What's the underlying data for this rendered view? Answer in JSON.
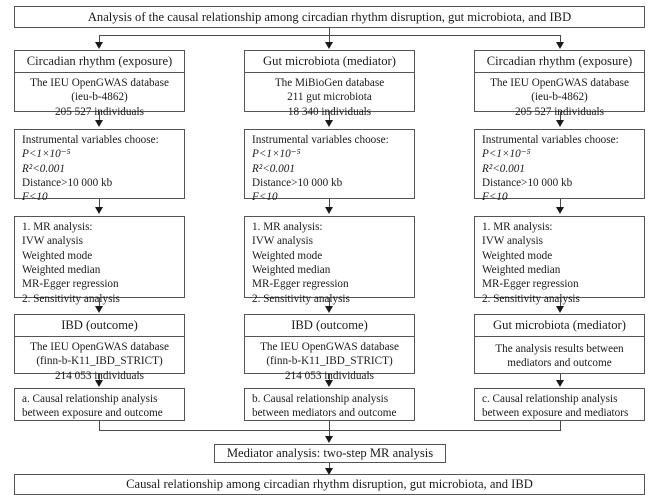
{
  "figure": {
    "type": "flowchart",
    "title_banner": "Analysis of the causal relationship among circadian rhythm disruption, gut microbiota, and IBD",
    "bottom_banner": "Causal relationship among circadian rhythm disruption, gut microbiota, and IBD",
    "mediator_banner": "Mediator analysis: two-step MR analysis"
  },
  "columns": [
    {
      "id": "col1",
      "source": {
        "header": "Circadian rhythm (exposure)",
        "lines": [
          "The IEU OpenGWAS database",
          "(ieu-b-4862)",
          "205 527 individuals"
        ]
      },
      "iv": {
        "lines": [
          "Instrumental variables choose:",
          "P<1×10⁻⁵",
          "R²<0.001",
          "Distance>10 000 kb",
          "F<10"
        ]
      },
      "analysis": {
        "lines": [
          "1. MR analysis:",
          "IVW analysis",
          "Weighted mode",
          "Weighted median",
          "MR-Egger regression",
          "2. Sensitivity analysis"
        ]
      },
      "target": {
        "header": "IBD (outcome)",
        "lines": [
          "The IEU OpenGWAS database",
          "(finn-b-K11_IBD_STRICT)",
          "214 053 individuals"
        ]
      },
      "result": {
        "lines": [
          "a. Causal relationship analysis",
          "between exposure and outcome"
        ]
      }
    },
    {
      "id": "col2",
      "source": {
        "header": "Gut microbiota (mediator)",
        "lines": [
          "The MiBioGen database",
          "211 gut microbiota",
          "18 340 individuals"
        ]
      },
      "iv": {
        "lines": [
          "Instrumental variables choose:",
          "P<1×10⁻⁵",
          "R²<0.001",
          "Distance>10 000 kb",
          "F<10"
        ]
      },
      "analysis": {
        "lines": [
          "1. MR analysis:",
          "IVW analysis",
          "Weighted mode",
          "Weighted median",
          "MR-Egger regression",
          "2. Sensitivity analysis"
        ]
      },
      "target": {
        "header": "IBD (outcome)",
        "lines": [
          "The IEU OpenGWAS database",
          "(finn-b-K11_IBD_STRICT)",
          "214 053 individuals"
        ]
      },
      "result": {
        "lines": [
          "b. Causal relationship analysis",
          "between mediators and outcome"
        ]
      }
    },
    {
      "id": "col3",
      "source": {
        "header": "Circadian rhythm (exposure)",
        "lines": [
          "The IEU OpenGWAS database",
          "(ieu-b-4862)",
          "205 527 individuals"
        ]
      },
      "iv": {
        "lines": [
          "Instrumental variables choose:",
          "P<1×10⁻⁵",
          "R²<0.001",
          "Distance>10 000 kb",
          "F<10"
        ]
      },
      "analysis": {
        "lines": [
          "1. MR analysis:",
          "IVW analysis",
          "Weighted mode",
          "Weighted median",
          "MR-Egger regression",
          "2. Sensitivity analysis"
        ]
      },
      "target": {
        "header": "Gut microbiota (mediator)",
        "lines": [
          "The analysis results between",
          "mediators and outcome"
        ]
      },
      "result": {
        "lines": [
          "c. Causal relationship analysis",
          "between exposure and mediators"
        ]
      }
    }
  ]
}
